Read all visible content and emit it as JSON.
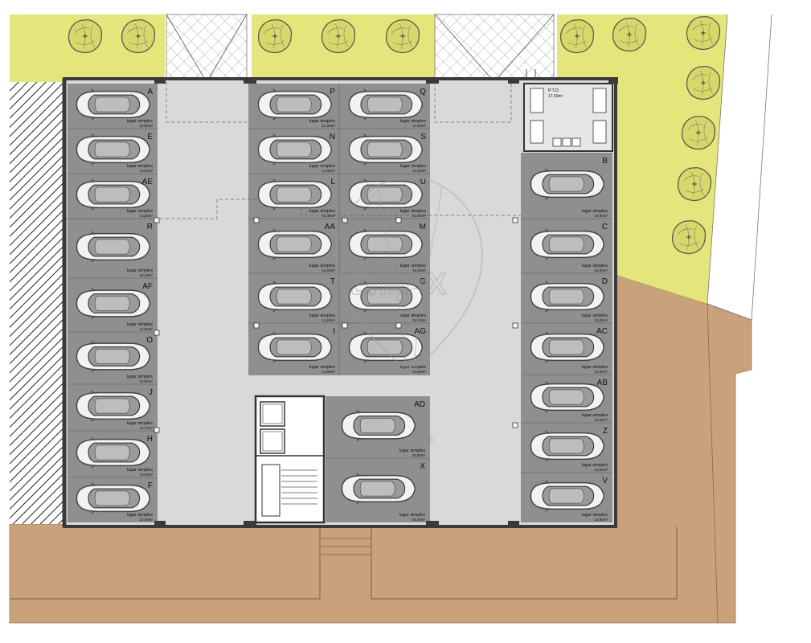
{
  "colors": {
    "background": "#ffffff",
    "green_area": "#e4e57a",
    "ground_area": "#c9a27c",
    "parking_space": "#8f8f8f",
    "circulation": "#d9d9d9",
    "wall": "#3a3a3a",
    "car_body": "#f2f2f2",
    "car_outline": "#444444",
    "car_roof": "#9a9a9a",
    "tree_fill": "#d8d86a",
    "tree_outline": "#555555",
    "watermark": "#bdbdbd"
  },
  "icons": [
    "car-icon",
    "tree-icon",
    "elevator-icon",
    "transformer-icon"
  ],
  "room": {
    "name": "P.T.D.",
    "area": "17,50m²"
  },
  "watermark": {
    "text": "RE/MAX",
    "symbol": "®"
  },
  "spots": [
    {
      "id": "A",
      "type": "lugar simples",
      "area": "12,50m²"
    },
    {
      "id": "E",
      "type": "lugar simples",
      "area": "12,50m²"
    },
    {
      "id": "AE",
      "type": "lugar simples",
      "area": "13,50m²"
    },
    {
      "id": "R",
      "type": "lugar simples",
      "area": "16,18m²"
    },
    {
      "id": "AF",
      "type": "lugar simples",
      "area": "14,90m²"
    },
    {
      "id": "O",
      "type": "lugar simples",
      "area": "14,90m²"
    },
    {
      "id": "J",
      "type": "lugar simples",
      "area": "13,70m²"
    },
    {
      "id": "H",
      "type": "lugar simples",
      "area": "13,40m²"
    },
    {
      "id": "F",
      "type": "lugar simples",
      "area": "22,50m²"
    },
    {
      "id": "P",
      "type": "lugar simples",
      "area": "12,50m²"
    },
    {
      "id": "Q",
      "type": "lugar simples",
      "area": "12,50m²"
    },
    {
      "id": "N",
      "type": "lugar simples",
      "area": "12,50m²"
    },
    {
      "id": "S",
      "type": "lugar simples",
      "area": "12,50m²"
    },
    {
      "id": "L",
      "type": "lugar simples",
      "area": "13,40m²"
    },
    {
      "id": "U",
      "type": "lugar simples",
      "area": "13,40m²"
    },
    {
      "id": "AA",
      "type": "lugar simples",
      "area": "15,00m²"
    },
    {
      "id": "M",
      "type": "lugar simples",
      "area": "15,00m²"
    },
    {
      "id": "T",
      "type": "lugar simples",
      "area": "14,60m²"
    },
    {
      "id": "G",
      "type": "lugar simples",
      "area": "14,60m²"
    },
    {
      "id": "I",
      "type": "lugar simples",
      "area": "13,60m²"
    },
    {
      "id": "AG",
      "type": "lugar simples",
      "area": "13,60m²"
    },
    {
      "id": "B",
      "type": "lugar simples",
      "area": "19,00m²"
    },
    {
      "id": "C",
      "type": "lugar simples",
      "area": "15,30m²"
    },
    {
      "id": "D",
      "type": "lugar simples",
      "area": "15,00m²"
    },
    {
      "id": "AC",
      "type": "lugar simples",
      "area": "13,60m²"
    },
    {
      "id": "AB",
      "type": "lugar simples",
      "area": "13,60m²"
    },
    {
      "id": "Z",
      "type": "lugar simples",
      "area": "13,60m²"
    },
    {
      "id": "V",
      "type": "lugar simples",
      "area": "13,60m²"
    },
    {
      "id": "AD",
      "type": "lugar simples",
      "area": "20,00m²"
    },
    {
      "id": "X",
      "type": "lugar simples",
      "area": "20,30m²"
    }
  ]
}
